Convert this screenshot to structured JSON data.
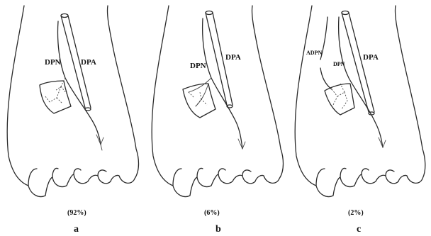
{
  "panels": [
    {
      "id": "a",
      "labels": [
        {
          "key": "dpn",
          "text": "DPN"
        },
        {
          "key": "dpa",
          "text": "DPA"
        }
      ],
      "percent": "(92%)",
      "letter": "a"
    },
    {
      "id": "b",
      "labels": [
        {
          "key": "dpn",
          "text": "DPN"
        },
        {
          "key": "dpa",
          "text": "DPA"
        }
      ],
      "percent": "(6%)",
      "letter": "b"
    },
    {
      "id": "c",
      "labels": [
        {
          "key": "adpn",
          "text": "ADPN"
        },
        {
          "key": "dpn",
          "text": "DPN"
        },
        {
          "key": "dpa",
          "text": "DPA"
        }
      ],
      "percent": "(2%)",
      "letter": "c"
    }
  ]
}
